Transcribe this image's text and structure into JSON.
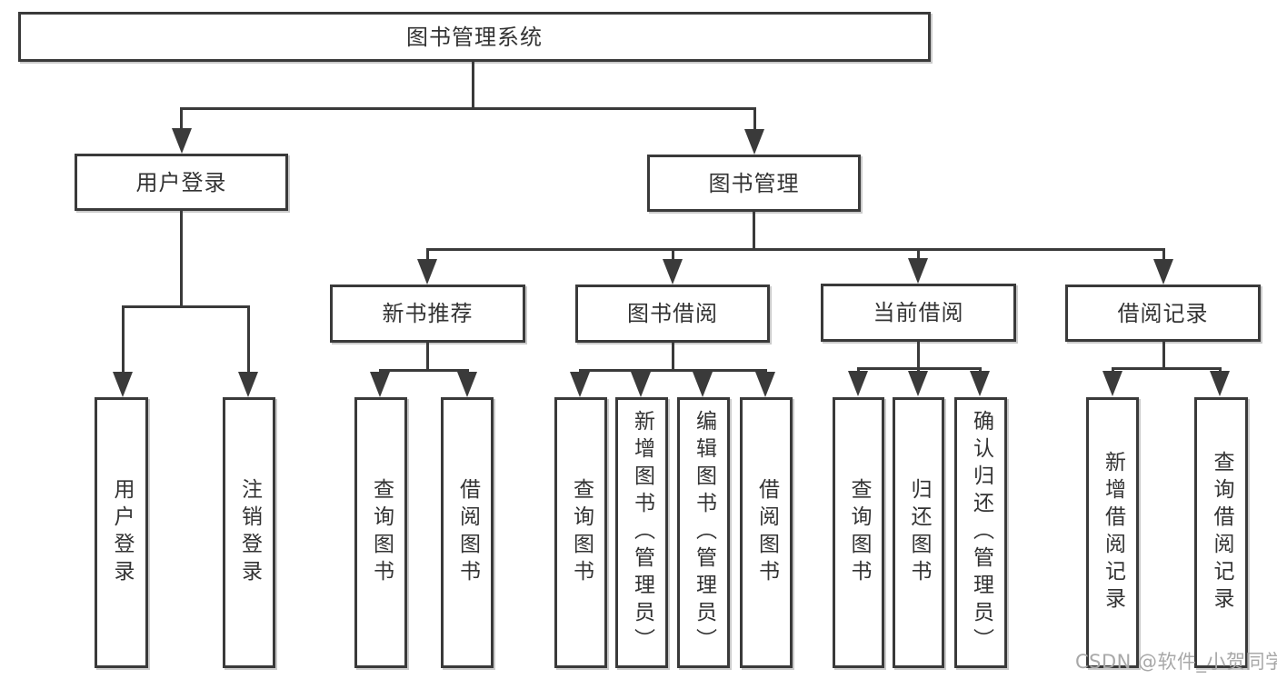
{
  "root": {
    "label": "图书管理系统"
  },
  "level2": {
    "user_login": {
      "label": "用户登录"
    },
    "book_management": {
      "label": "图书管理"
    }
  },
  "level3": {
    "new_book_recommend": {
      "label": "新书推荐"
    },
    "book_borrowing": {
      "label": "图书借阅"
    },
    "current_borrowing": {
      "label": "当前借阅"
    },
    "borrowing_records": {
      "label": "借阅记录"
    }
  },
  "leaves": {
    "user_login": {
      "label": "用户登录"
    },
    "logout": {
      "label": "注销登录"
    },
    "recommend_query_books": {
      "label": "查询图书"
    },
    "recommend_borrow_books": {
      "label": "借阅图书"
    },
    "borrowing_query_books": {
      "label": "查询图书"
    },
    "borrowing_add_books": {
      "label": "新增图书（管理员）"
    },
    "borrowing_edit_books": {
      "label": "编辑图书（管理员）"
    },
    "borrowing_borrow_books": {
      "label": "借阅图书"
    },
    "current_query_books": {
      "label": "查询图书"
    },
    "current_return_books": {
      "label": "归还图书"
    },
    "current_confirm_return": {
      "label": "确认归还（管理员）"
    },
    "records_add_record": {
      "label": "新增借阅记录"
    },
    "records_query_record": {
      "label": "查询借阅记录"
    }
  },
  "watermark": {
    "text": "CSDN @软件_小贺同学"
  },
  "colors": {
    "line": "#3a3a3a",
    "box_border": "#3a3a3a",
    "text": "#333333",
    "watermark": "#a8a8a8",
    "background": "#ffffff"
  }
}
